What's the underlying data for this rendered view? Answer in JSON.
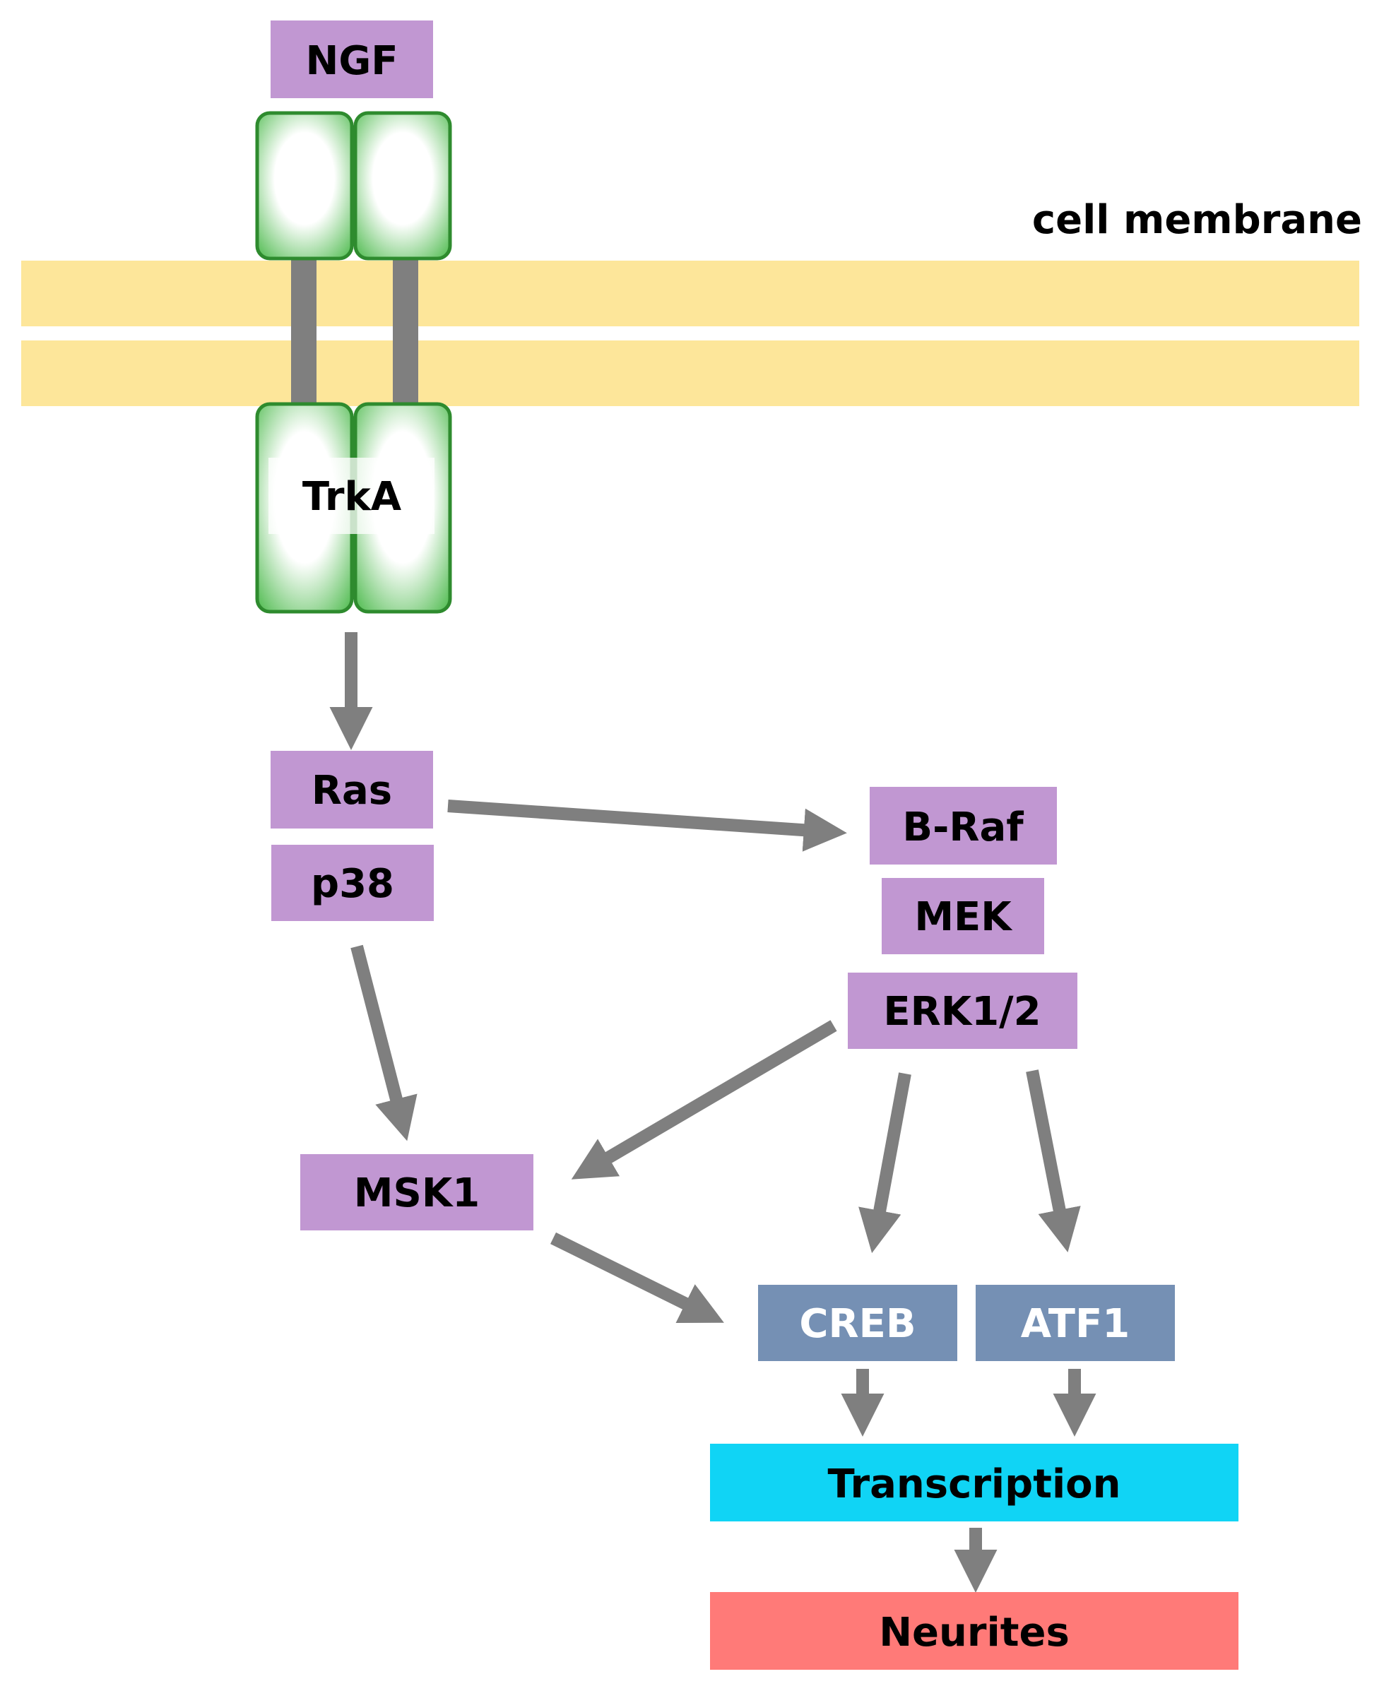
{
  "membrane_label": "cell membrane",
  "receptor_label": "TrkA",
  "nodes": {
    "ngf": "NGF",
    "ras": "Ras",
    "p38": "p38",
    "braf": "B-Raf",
    "mek": "MEK",
    "erk": "ERK1/2",
    "msk1": "MSK1",
    "creb": "CREB",
    "atf1": "ATF1",
    "transcription": "Transcription",
    "neurites": "Neurites"
  },
  "colors": {
    "kinase": "#c197d2",
    "transcription_factor": "#7590b4",
    "transcription": "#10d4f5",
    "neurites": "#ff7a78",
    "membrane": "#fde69a",
    "receptor_border": "#2e8b2e",
    "receptor_fill": "#5cc05c",
    "arrow": "#7f7f7f"
  }
}
